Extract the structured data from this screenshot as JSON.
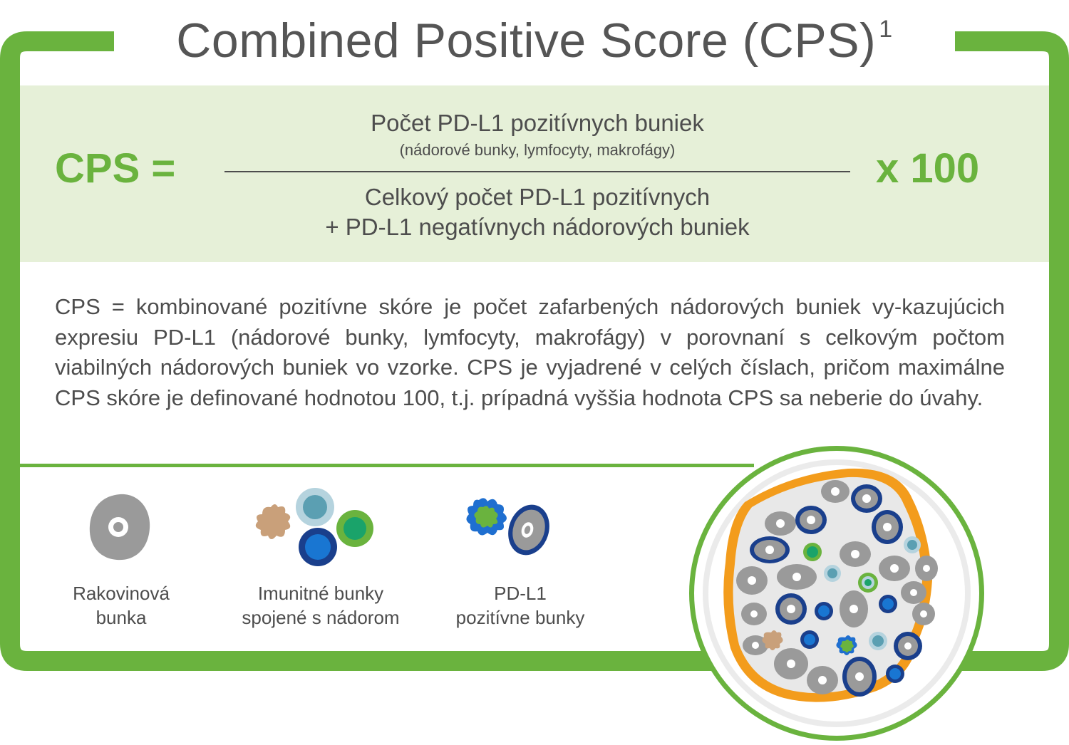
{
  "title": "Combined Positive Score (CPS)",
  "title_superscript": "1",
  "formula": {
    "label": "CPS =",
    "numerator": "Počet PD-L1 pozitívnych buniek",
    "numerator_note": "(nádorové bunky, lymfocyty, makrofágy)",
    "denominator_line1": "Celkový počet PD-L1 pozitívnych",
    "denominator_line2": "+ PD-L1 negatívnych nádorových buniek",
    "multiplier": "x 100"
  },
  "description": "CPS = kombinované pozitívne skóre je počet zafarbených nádorových buniek vy-kazujúcich expresiu PD-L1 (nádorové bunky, lymfocyty, makrofágy) v porovnaní s celkovým počtom viabilných nádorových buniek vo vzorke. CPS je vyjadrené v celých číslach, pričom maximálne CPS skóre je definované hodnotou 100, t.j. prípadná vyššia hodnota CPS sa neberie do úvahy.",
  "legend": [
    {
      "icon": "tumor-cell-icon",
      "line1": "Rakovinová",
      "line2": "bunka"
    },
    {
      "icon": "immune-cells-icon",
      "line1": "Imunitné bunky",
      "line2": "spojené s nádorom"
    },
    {
      "icon": "pd-l1-positive-cells-icon",
      "line1": "PD-L1",
      "line2": "pozitívne bunky"
    }
  ],
  "colors": {
    "brand_green": "#6ab33e",
    "band_green": "#e6f0d8",
    "text_gray": "#4d4d4d",
    "title_gray": "#555555",
    "tumor_gray": "#9a9a9a",
    "pd_l1_navy": "#1f4e96",
    "immune_blue": "#1565c0",
    "immune_teal": "#5b9fb2",
    "macrophage_tan": "#c9a07a",
    "tissue_orange": "#f39c1c"
  }
}
